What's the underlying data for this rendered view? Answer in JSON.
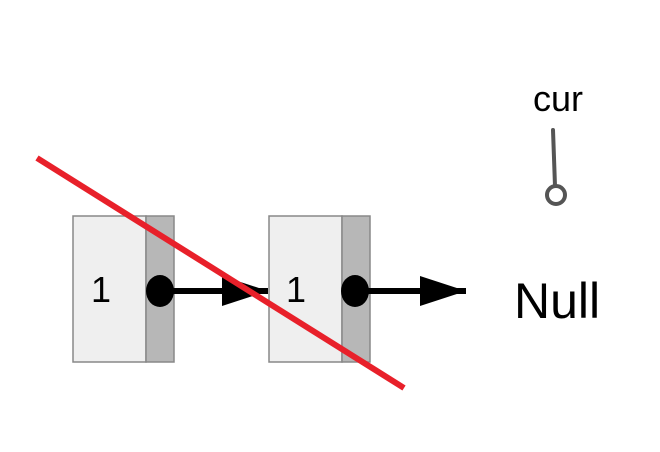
{
  "nodes": [
    {
      "value": "1"
    },
    {
      "value": "1"
    }
  ],
  "pointer_label": "cur",
  "null_label": "Null",
  "colors": {
    "node_body": "#efefef",
    "node_border": "#888888",
    "pointer_cell": "#b7b7b7",
    "arrow": "#000000",
    "strike": "#e8202a",
    "cur_pointer": "#555555"
  }
}
